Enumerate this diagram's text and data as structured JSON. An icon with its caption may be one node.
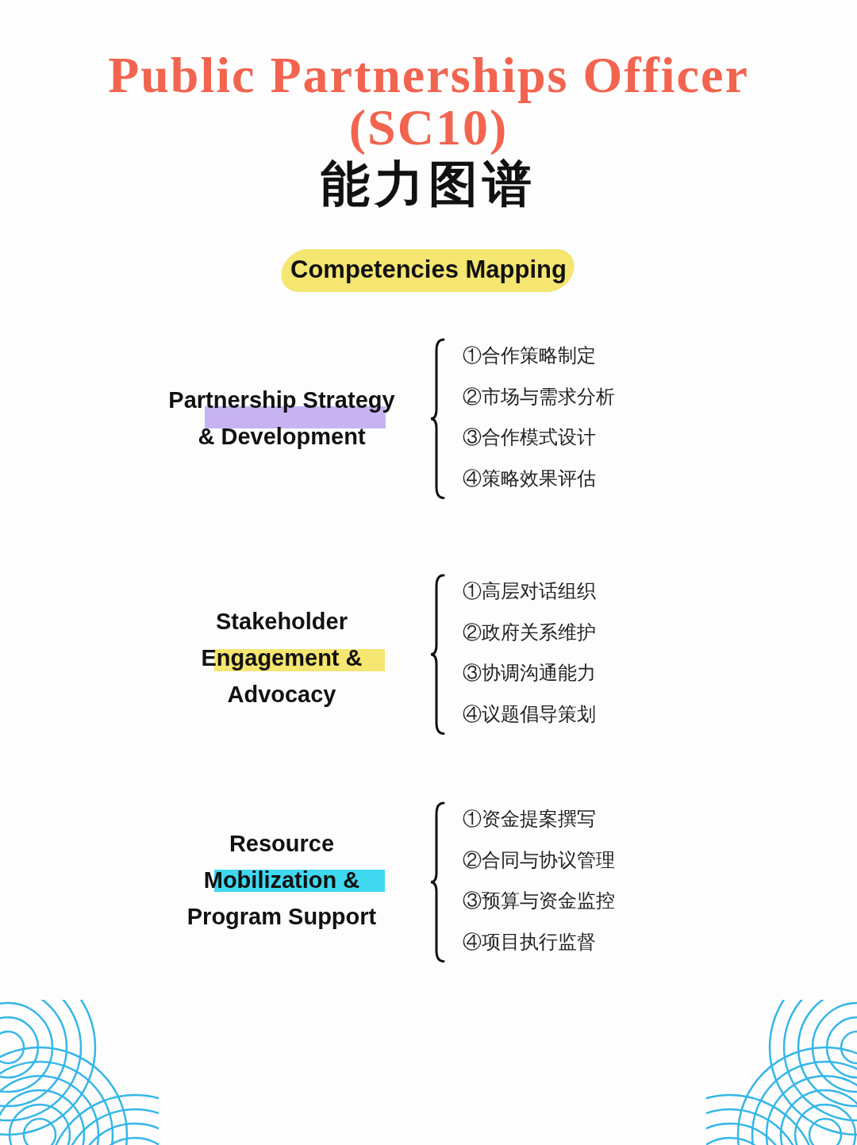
{
  "diagram": {
    "title": "Public Partnerships Officer (SC10) 能力图谱",
    "labels": [
      "Competencies Mapping",
      "Partnership Strategy & Development",
      "①合作策略制定",
      "②市场与需求分析",
      "③合作模式设计",
      "④策略效果评估",
      "Stakeholder Engagement & Advocacy",
      "①高层对话组织",
      "②政府关系维护",
      "③协调沟通能力",
      "④议题倡导策划",
      "Resource Mobilization & Program Support",
      "①资金提案撰写",
      "②合同与协议管理",
      "③预算与资金监控",
      "④项目执行监督"
    ]
  }
}
